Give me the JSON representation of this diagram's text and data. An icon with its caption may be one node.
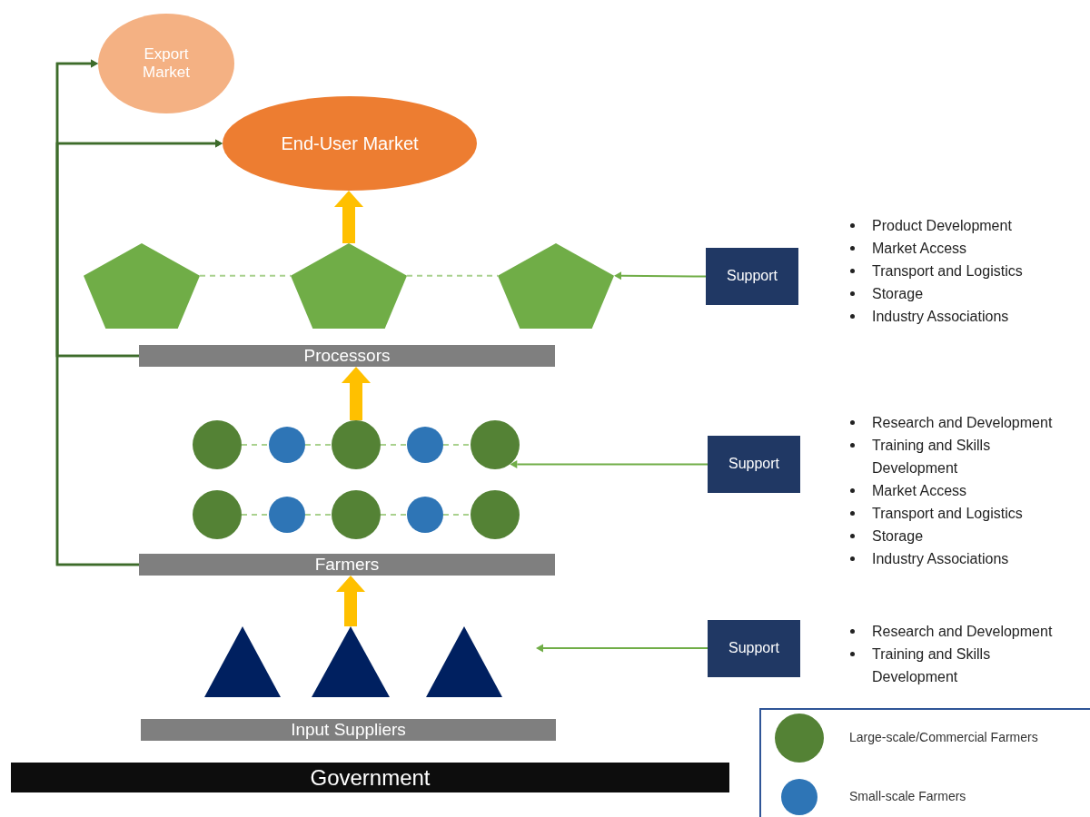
{
  "diagram": {
    "nodes": [
      {
        "text": [
          "Export Market"
        ]
      },
      {
        "text": [
          "End-User Market"
        ]
      },
      {
        "text": [],
        "shape": "pentagon"
      },
      {
        "text": [],
        "shape": "pentagon"
      },
      {
        "text": [],
        "shape": "pentagon"
      },
      {
        "text": [
          "Processors"
        ]
      },
      {
        "text": [],
        "shape": "circle"
      },
      {
        "text": [],
        "shape": "circle"
      },
      {
        "text": [],
        "shape": "circle"
      },
      {
        "text": [],
        "shape": "circle"
      },
      {
        "text": [],
        "shape": "circle"
      },
      {
        "text": [],
        "shape": "circle"
      },
      {
        "text": [],
        "shape": "circle"
      },
      {
        "text": [],
        "shape": "circle"
      },
      {
        "text": [],
        "shape": "circle"
      },
      {
        "text": [],
        "shape": "circle"
      },
      {
        "text": [
          "Farmers"
        ]
      },
      {
        "text": [],
        "shape": "triangle"
      },
      {
        "text": [],
        "shape": "triangle"
      },
      {
        "text": [],
        "shape": "triangle"
      },
      {
        "text": [
          "Input Suppliers"
        ]
      },
      {
        "text": [
          "Government"
        ]
      },
      {
        "text": [
          "Support"
        ],
        "beside": [
          "Product Development",
          "Market Access",
          "Transport and Logistics",
          "Storage",
          "Industry Associations"
        ]
      },
      {
        "text": [
          "Support"
        ],
        "beside": [
          "Research and Development",
          "Training and Skills Development",
          "Market Access",
          "Transport and Logistics",
          "Storage",
          "Industry Associations"
        ]
      },
      {
        "text": [
          "Support"
        ],
        "beside": [
          "Research and Development",
          "Training and Skills Development"
        ]
      }
    ],
    "edges": [
      {
        "from": 16,
        "to": 0,
        "arrow": "to",
        "color": "#3d6b2a"
      },
      {
        "from": 16,
        "to": 1,
        "arrow": "to",
        "color": "#3d6b2a"
      },
      {
        "from": 5,
        "to": 0,
        "arrow": "to",
        "color": "#3d6b2a"
      },
      {
        "from": 5,
        "to": 1,
        "arrow": "to",
        "color": "#3d6b2a"
      },
      {
        "from": 3,
        "to": 1,
        "arrow": "to",
        "style": "thick",
        "color": "#ffc000"
      },
      {
        "from": 8,
        "to": 5,
        "arrow": "to",
        "style": "thick",
        "color": "#ffc000"
      },
      {
        "from": 18,
        "to": 16,
        "arrow": "to",
        "style": "thick",
        "color": "#ffc000"
      },
      {
        "from": 2,
        "to": 3,
        "arrow": "none",
        "style": "dashed"
      },
      {
        "from": 3,
        "to": 4,
        "arrow": "none",
        "style": "dashed"
      },
      {
        "from": 6,
        "to": 7,
        "arrow": "none",
        "style": "dashed"
      },
      {
        "from": 7,
        "to": 8,
        "arrow": "none",
        "style": "dashed"
      },
      {
        "from": 8,
        "to": 9,
        "arrow": "none",
        "style": "dashed"
      },
      {
        "from": 9,
        "to": 10,
        "arrow": "none",
        "style": "dashed"
      },
      {
        "from": 11,
        "to": 12,
        "arrow": "none",
        "style": "dashed"
      },
      {
        "from": 12,
        "to": 13,
        "arrow": "none",
        "style": "dashed"
      },
      {
        "from": 13,
        "to": 14,
        "arrow": "none",
        "style": "dashed"
      },
      {
        "from": 14,
        "to": 15,
        "arrow": "none",
        "style": "dashed"
      },
      {
        "from": 22,
        "to": 4,
        "arrow": "to",
        "color": "#70ad47"
      },
      {
        "from": 23,
        "to": 10,
        "arrow": "to",
        "color": "#70ad47"
      },
      {
        "from": 24,
        "to": null,
        "arrow": "to",
        "color": "#70ad47"
      }
    ],
    "legend": [
      {
        "text": "Large-scale/Commercial Farmers",
        "color": "#548235"
      },
      {
        "text": "Small-scale Farmers",
        "color": "#2e75b6"
      }
    ]
  }
}
